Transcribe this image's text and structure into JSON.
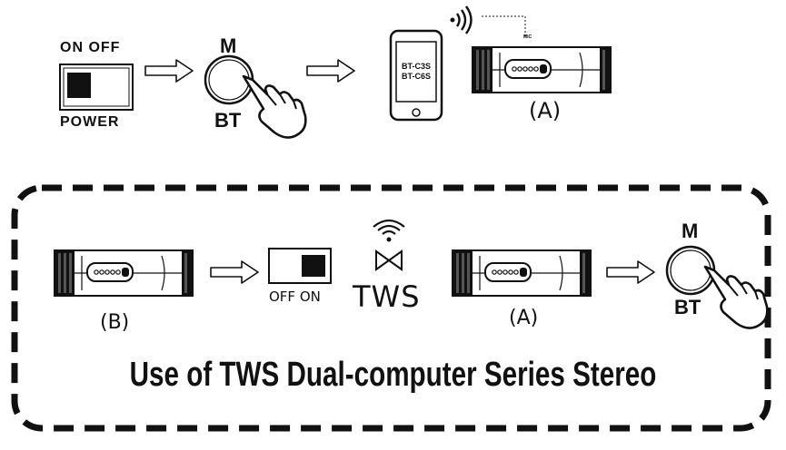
{
  "top": {
    "switch_label_top": "ON OFF",
    "switch_label_bottom": "POWER",
    "button_m": "M",
    "button_bt": "BT",
    "phone_line1": "BT-C3S",
    "phone_line2": "BT-C6S",
    "mic_label": "MIC",
    "device_label": "(A)"
  },
  "bottom": {
    "device_b_label": "(B)",
    "switch_label": "OFF ON",
    "tws_label": "TWS",
    "device_a_label": "(A)",
    "button_m": "M",
    "button_bt": "BT",
    "caption": "Use of TWS Dual-computer Series Stereo"
  },
  "colors": {
    "ink": "#111111",
    "background": "#ffffff"
  }
}
